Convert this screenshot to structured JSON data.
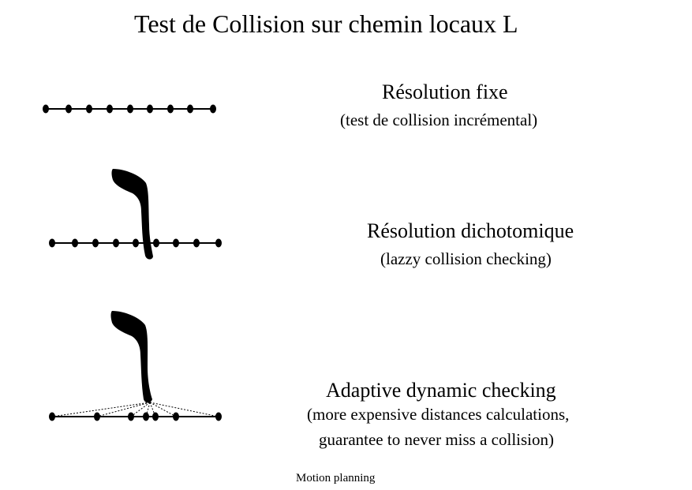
{
  "title": "Test de Collision sur chemin locaux L",
  "sections": [
    {
      "heading": "Résolution  fixe",
      "subtitle": "(test de collision incrémental)"
    },
    {
      "heading": "Résolution dichotomique",
      "subtitle": "(lazzy collision checking)"
    },
    {
      "heading": "Adaptive dynamic checking",
      "subtitle_line1": "(more expensive distances calculations,",
      "subtitle_line2": "guarantee to never miss a collision)"
    }
  ],
  "footer": "Motion planning"
}
